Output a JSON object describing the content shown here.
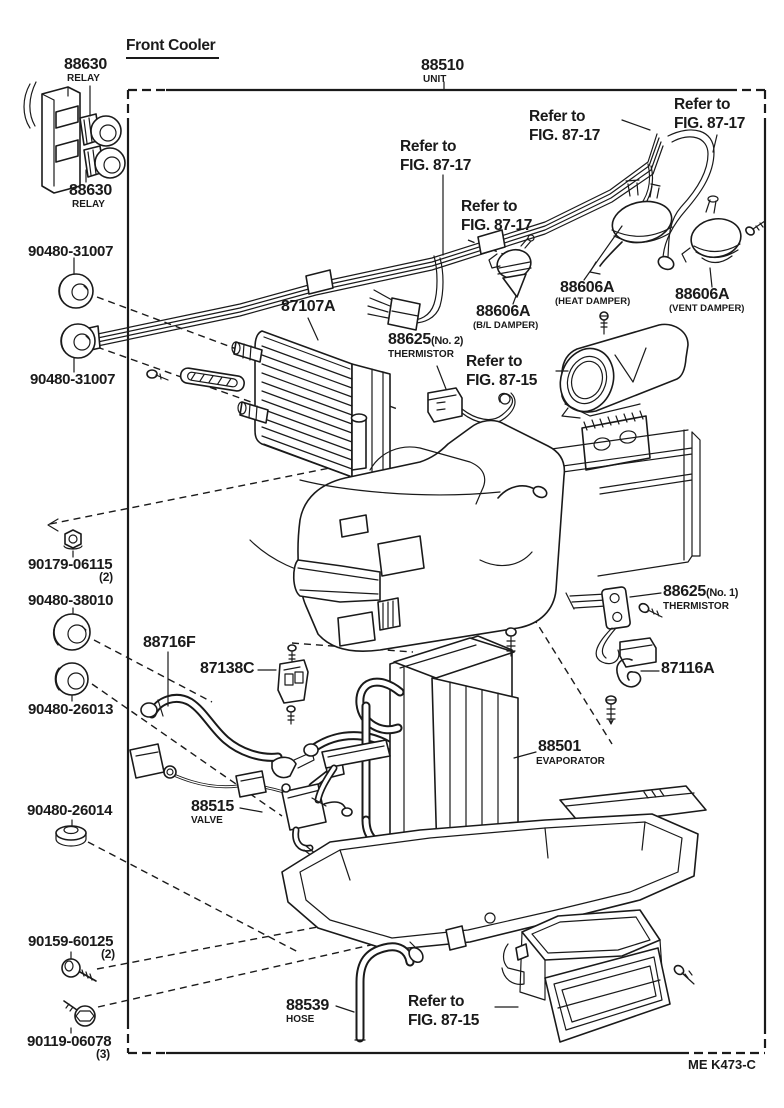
{
  "colors": {
    "ink": "#1a1a1a",
    "background": "#ffffff"
  },
  "title": "Front Cooler",
  "drawing_code": "ME K473-C",
  "refs": {
    "refer_to": "Refer to",
    "fig_87_17": "FIG. 87-17",
    "fig_87_15": "FIG. 87-15"
  },
  "parts": {
    "relay": {
      "num": "88630",
      "name": "RELAY"
    },
    "unit": {
      "num": "88510",
      "name": "UNIT"
    },
    "heater_core": {
      "num": "87107A"
    },
    "thermistor_no2": {
      "num": "88625",
      "variant": "(No. 2)",
      "name": "THERMISTOR"
    },
    "damper_bl": {
      "num": "88606A",
      "name": "(B/L DAMPER)"
    },
    "damper_heat": {
      "num": "88606A",
      "name": "(HEAT DAMPER)"
    },
    "damper_vent": {
      "num": "88606A",
      "name": "(VENT DAMPER)"
    },
    "grommet_a": {
      "num": "90480-31007"
    },
    "grommet_b": {
      "num": "90480-31007"
    },
    "nut": {
      "num": "90179-06115",
      "qty": "(2)"
    },
    "grommet_c": {
      "num": "90480-38010"
    },
    "grommet_d": {
      "num": "90480-26013"
    },
    "suction_tube": {
      "num": "88716F"
    },
    "bracket": {
      "num": "87138C"
    },
    "valve": {
      "num": "88515",
      "name": "VALVE"
    },
    "plug": {
      "num": "90480-26014"
    },
    "screw": {
      "num": "90159-60125",
      "qty": "(2)"
    },
    "bolt": {
      "num": "90119-06078",
      "qty": "(3)"
    },
    "hose": {
      "num": "88539",
      "name": "HOSE"
    },
    "evaporator": {
      "num": "88501",
      "name": "EVAPORATOR"
    },
    "thermistor_no1": {
      "num": "88625",
      "variant": "(No. 1)",
      "name": "THERMISTOR"
    },
    "clip": {
      "num": "87116A"
    }
  }
}
